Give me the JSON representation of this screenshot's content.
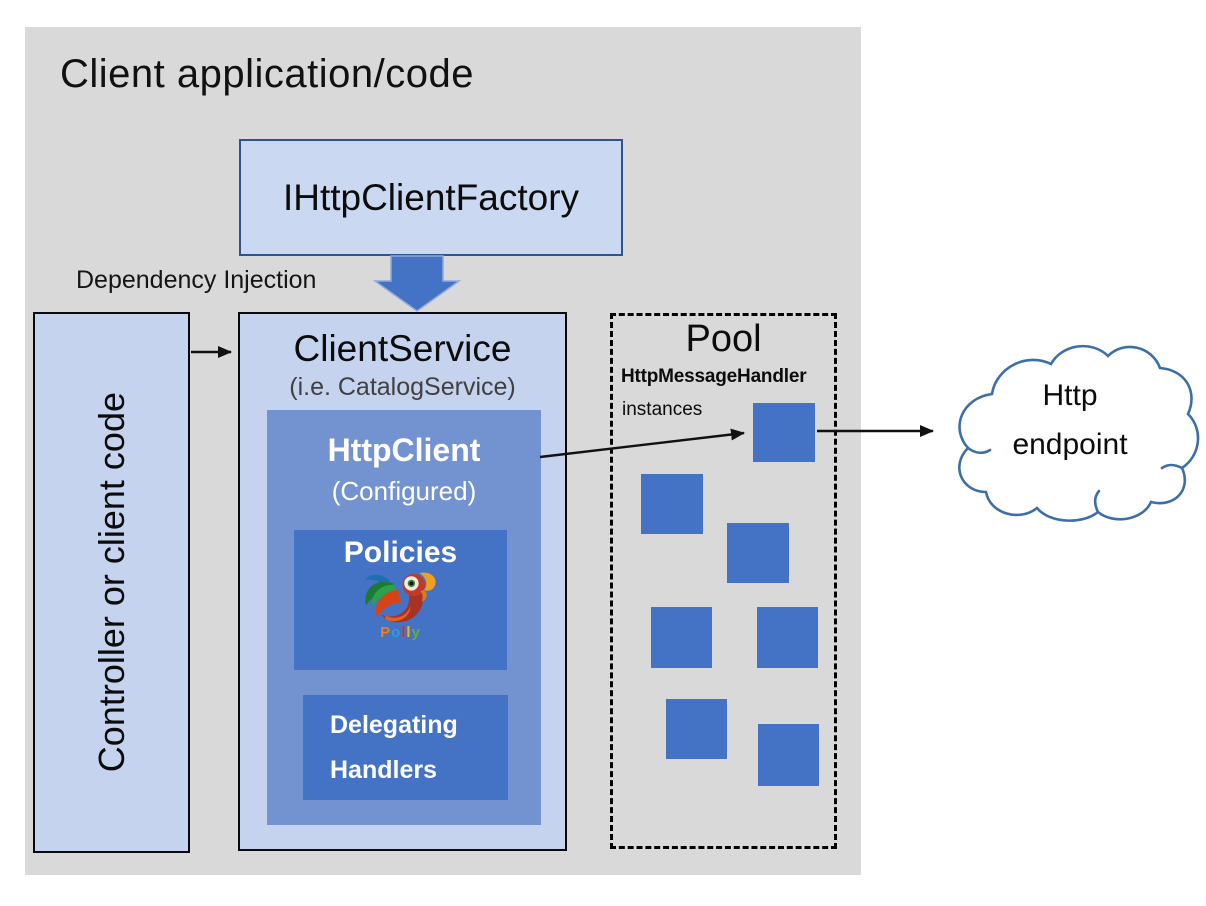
{
  "title": "Client application/code",
  "factory": {
    "label": "IHttpClientFactory"
  },
  "dependency_injection_label": "Dependency Injection",
  "controller_box": {
    "label": "Controller or client code"
  },
  "client_service": {
    "title": "ClientService",
    "subtitle": "(i.e. CatalogService)",
    "http_client": {
      "title": "HttpClient",
      "subtitle": "(Configured)",
      "policies": {
        "label": "Policies",
        "logo_icon": "polly-parrot-icon",
        "logo_text": "Polly"
      },
      "delegating_handlers": {
        "line1": "Delegating",
        "line2": "Handlers"
      }
    }
  },
  "pool": {
    "title": "Pool",
    "handler_label": "HttpMessageHandler",
    "instances_label": "instances",
    "instance_count": 7
  },
  "endpoint": {
    "line1": "Http",
    "line2": "endpoint"
  },
  "colors": {
    "canvas_bg": "#ffffff",
    "panel_bg": "#d9d9d9",
    "light_blue": "#c5d3ee",
    "light_blue_2": "#cbd8f2",
    "medium_blue": "#7392d0",
    "dark_blue": "#4472c4",
    "cloud_stroke": "#3c6fa7",
    "arrow_black": "#111111",
    "polly_letter_colors": [
      "#e8821e",
      "#2f9bd8",
      "#d03428",
      "#f2b705",
      "#6aaa3c"
    ]
  }
}
